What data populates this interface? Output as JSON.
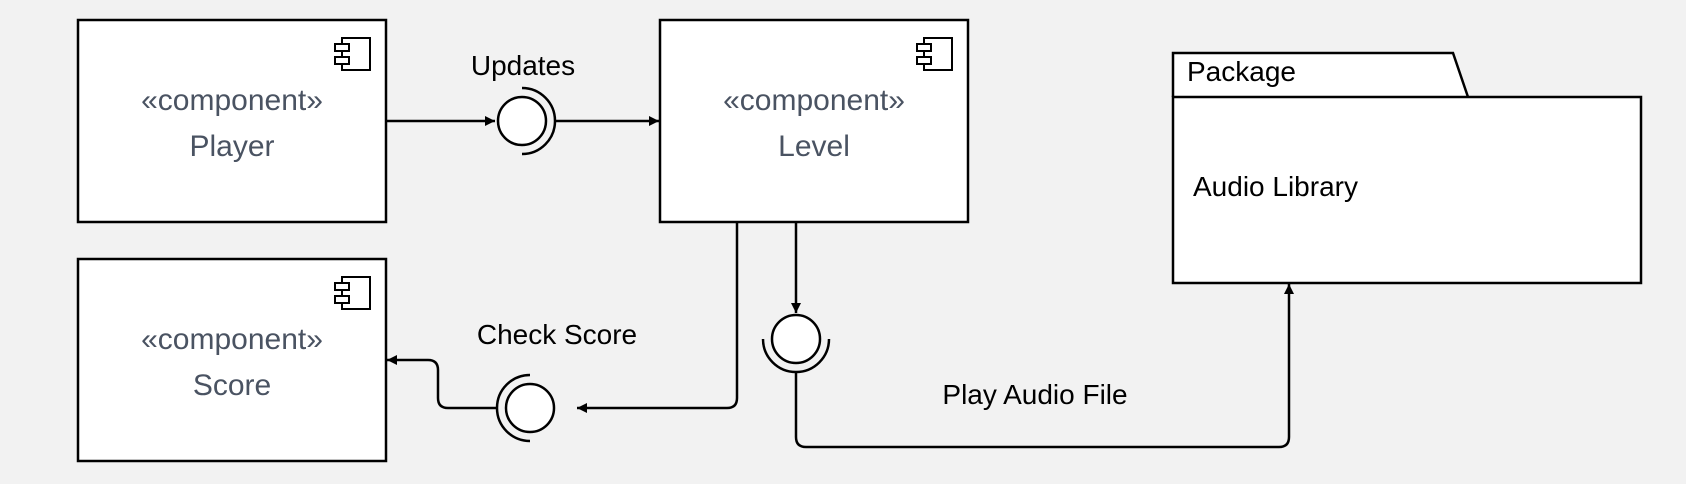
{
  "diagram": {
    "components": [
      {
        "id": "player",
        "stereotype": "«component»",
        "name": "Player"
      },
      {
        "id": "level",
        "stereotype": "«component»",
        "name": "Level"
      },
      {
        "id": "score",
        "stereotype": "«component»",
        "name": "Score"
      }
    ],
    "package": {
      "tab_label": "Package",
      "name": "Audio Library"
    },
    "interfaces": [
      {
        "id": "updates",
        "label": "Updates"
      },
      {
        "id": "check-score",
        "label": "Check Score"
      },
      {
        "id": "play-audio",
        "label": "Play Audio File"
      }
    ],
    "colors": {
      "background": "#f2f2f2",
      "stroke": "#000000",
      "component_text": "#4a5362"
    }
  }
}
